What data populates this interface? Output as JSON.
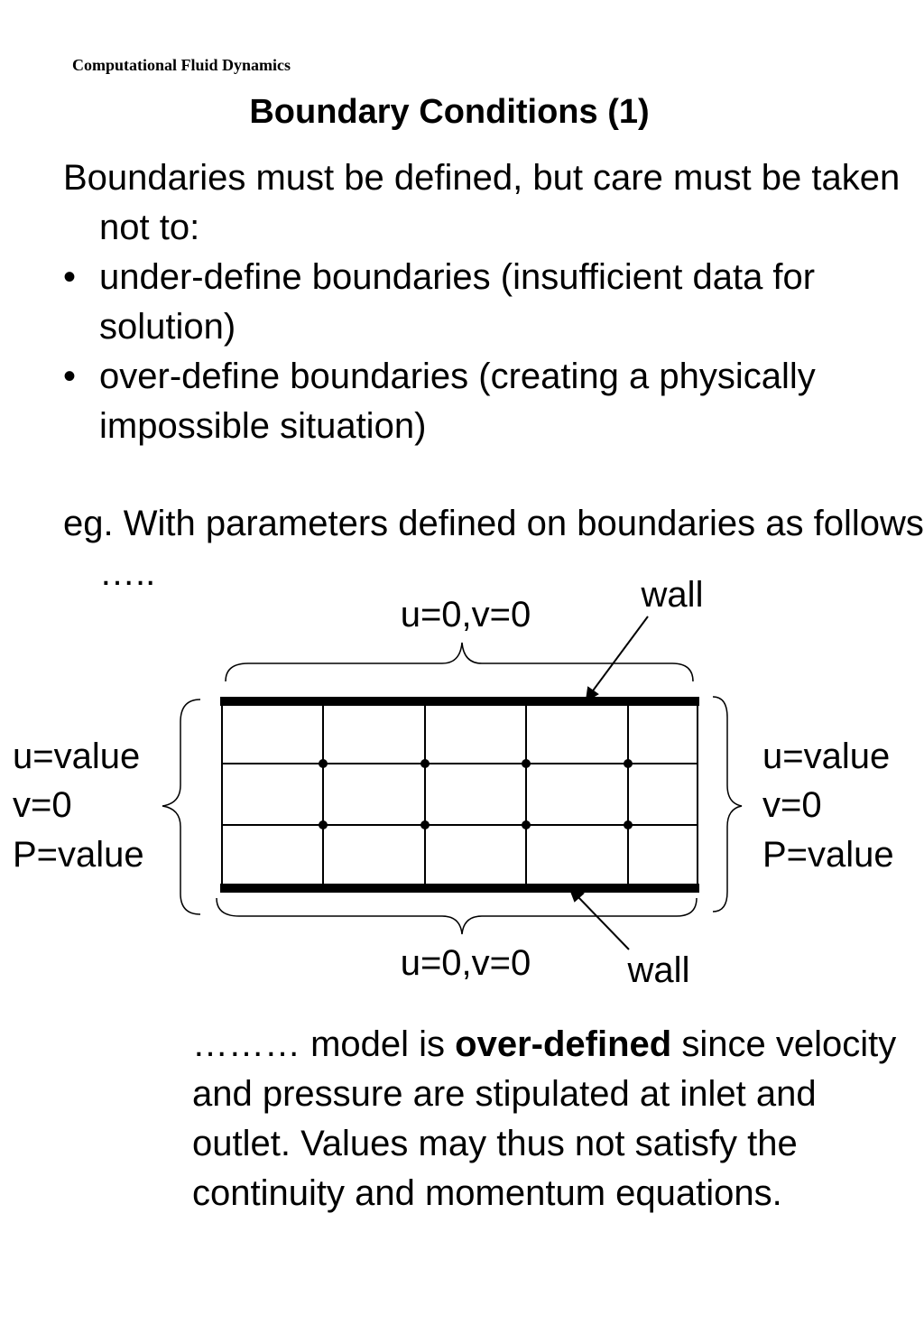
{
  "header": "Computational Fluid Dynamics",
  "title": "Boundary Conditions (1)",
  "intro": "Boundaries must be defined, but care must be taken not to:",
  "bullets": [
    "under-define boundaries (insufficient data for solution)",
    "over-define boundaries (creating a physically impossible situation)"
  ],
  "bullet_glyph": "•",
  "example": "eg. With parameters defined on boundaries as follows …..",
  "diagram": {
    "top_condition": "u=0,v=0",
    "bottom_condition": "u=0,v=0",
    "wall_label_top": "wall",
    "wall_label_bottom": "wall",
    "left_condition": [
      "u=value",
      "v=0",
      "P=value"
    ],
    "right_condition": [
      "u=value",
      "v=0",
      "P=value"
    ]
  },
  "conclusion": {
    "prefix": "……… model is ",
    "emphasis": "over-defined",
    "suffix": " since velocity and pressure are stipulated at inlet and outlet. Values may thus not satisfy the continuity and momentum equations."
  }
}
